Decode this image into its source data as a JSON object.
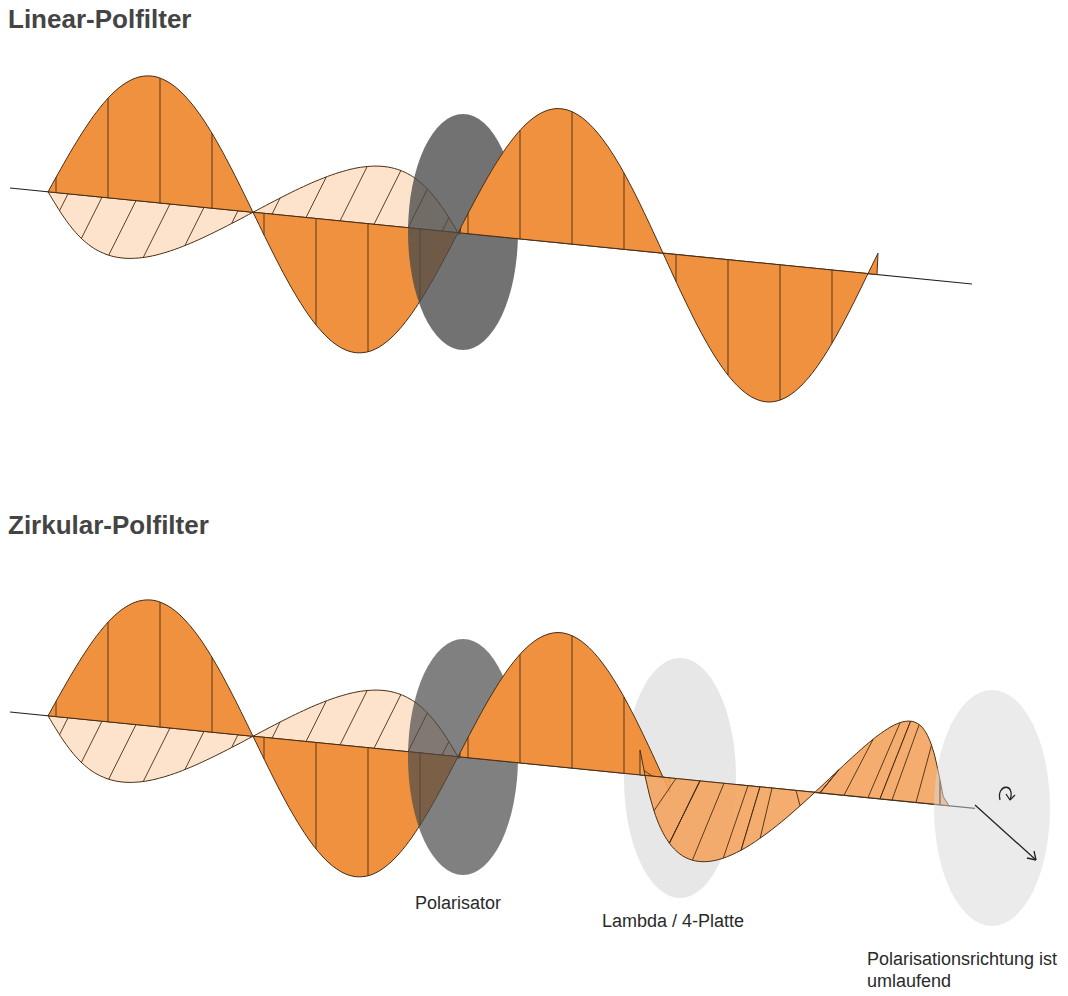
{
  "diagram": {
    "labels": [
      "Linear-Polfilter",
      "Zirkular-Polfilter",
      "Polarisator",
      "Lambda / 4-Platte",
      "Polarisationsrichtung ist umlaufend"
    ]
  }
}
